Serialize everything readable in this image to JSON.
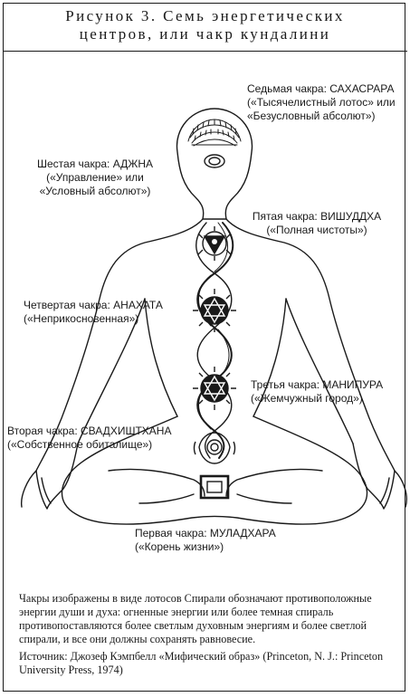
{
  "title": {
    "line1": "Рисунок 3. Семь энергетических",
    "line2": "центров, или чакр кундалини"
  },
  "chakras": [
    {
      "name": "Седьмая чакра: САХАСРАРА",
      "line2": "(«Тысячелистный лотос» или",
      "line3": "«Безусловный абсолют»)"
    },
    {
      "name": "Шестая чакра: АДЖНА",
      "line2": "(«Управление» или",
      "line3": "«Условный абсолют»)"
    },
    {
      "name": "Пятая чакра: ВИШУДДХА",
      "line2": "(«Полная чистоты»)"
    },
    {
      "name": "Четвертая чакра: АНАХАТА",
      "line2": "(«Неприкосновенная»)"
    },
    {
      "name": "Третья чакра: МАНИПУРА",
      "line2": "(«Жемчужный город»)"
    },
    {
      "name": "Вторая чакра: СВАДХИШТХАНА",
      "line2": "(«Собственное обиталище»)"
    },
    {
      "name": "Первая чакра: МУЛАДХАРА",
      "line2": "(«Корень жизни»)"
    }
  ],
  "caption": "Чакры изображены в виде лотосов Спирали обозначают противоположные энергии души и духа: огненные энергии или более темная спираль противопоставляются более светлым духовным энергиям и более светлой спирали, и все они должны сохранять равновесие.",
  "source": "Источник: Джозеф Кэмпбелл «Мифический образ» (Princeton, N. J.: Princeton University Press, 1974)",
  "colors": {
    "ink": "#1a1a1a",
    "background": "#ffffff"
  }
}
